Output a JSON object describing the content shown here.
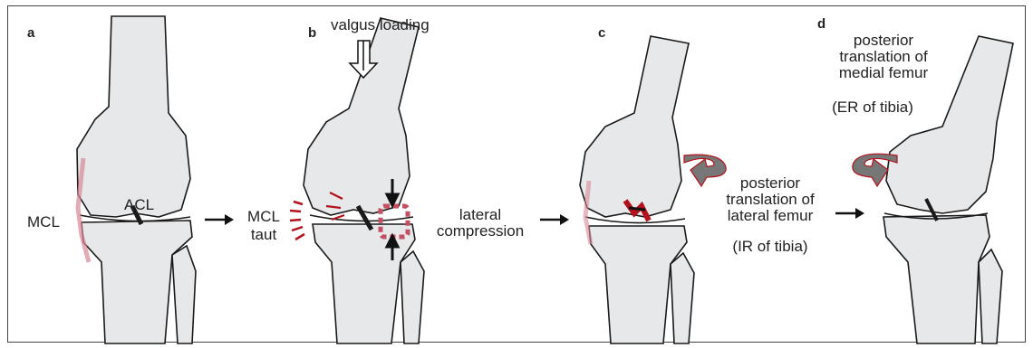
{
  "panels": {
    "a": {
      "letter": "a",
      "labels": {
        "mcl": "MCL",
        "acl": "ACL"
      }
    },
    "b": {
      "letter": "b",
      "loading": "valgus loading",
      "mcl_taut_1": "MCL",
      "mcl_taut_2": "taut"
    },
    "c": {
      "letter": "c",
      "caption_1": "posterior",
      "caption_2": "translation of",
      "caption_3": "lateral femur",
      "caption_4": "(IR of tibia)"
    },
    "d": {
      "letter": "d",
      "caption_1": "posterior",
      "caption_2": "translation of",
      "caption_3": "medial femur",
      "caption_4": "(ER of tibia)"
    }
  },
  "transition_bc": {
    "line_1": "lateral",
    "line_2": "compression"
  },
  "colors": {
    "bone_fill": "#e6e8ea",
    "outline": "#1a1a1a",
    "injury_red": "#b3121c",
    "rotation_arrow": "#777777",
    "mcl_tint": "#f1c9cf"
  }
}
